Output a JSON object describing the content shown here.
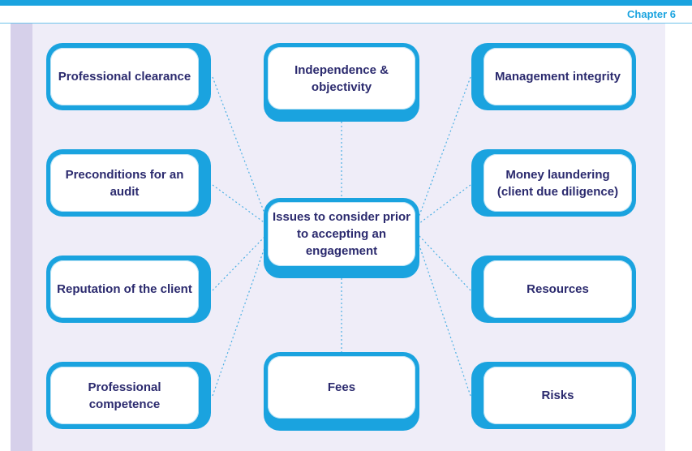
{
  "header": {
    "chapter": "Chapter 6"
  },
  "diagram": {
    "center": "Issues to consider prior to accepting an engagement",
    "left": [
      "Professional clearance",
      "Preconditions for an audit",
      "Reputation of the client",
      "Professional competence"
    ],
    "middle": [
      "Independence & objectivity",
      "Fees"
    ],
    "right": [
      "Management integrity",
      "Money laundering (client due diligence)",
      "Resources",
      "Risks"
    ]
  },
  "colors": {
    "accent": "#1aa3df",
    "text": "#2b2a6e",
    "panel": "#efedf8",
    "side_strip": "#d6d0ea"
  }
}
